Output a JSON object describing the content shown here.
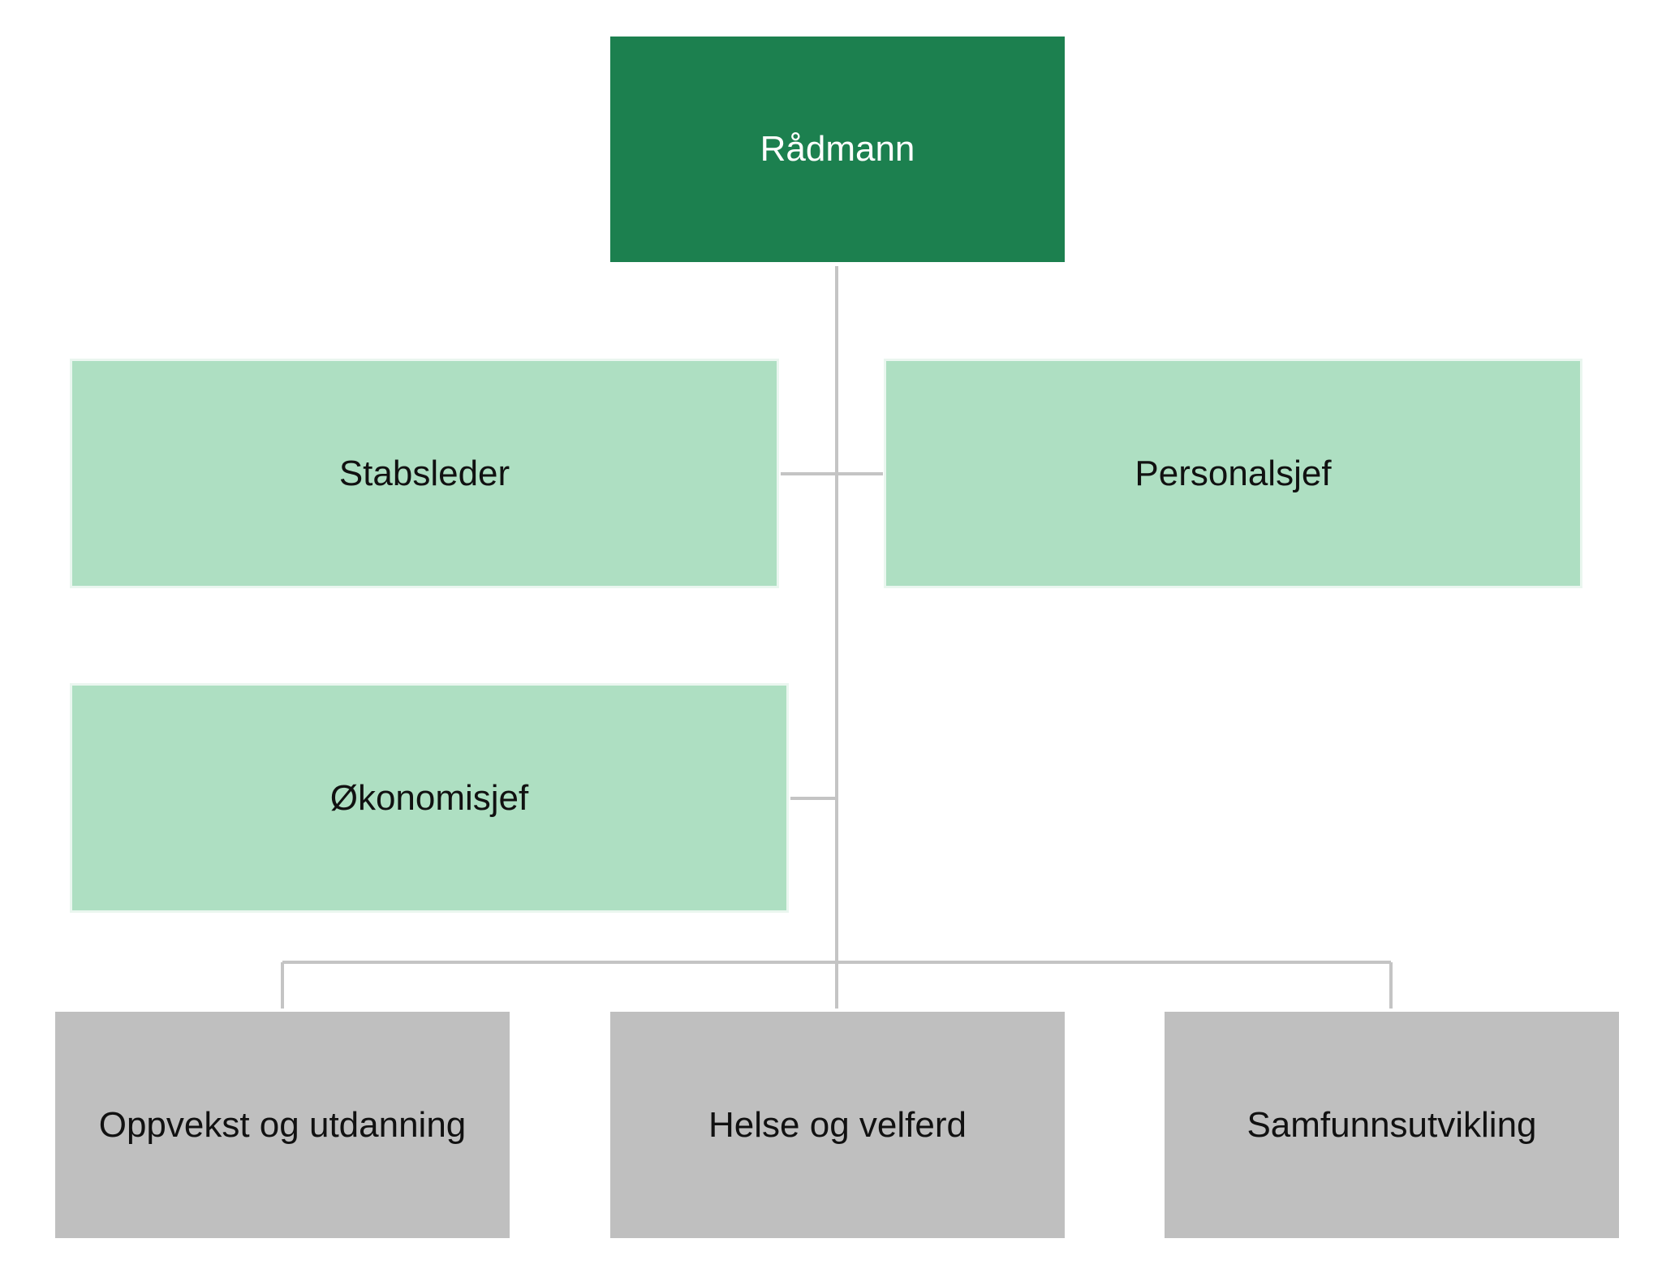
{
  "org_chart": {
    "top": {
      "label": "Rådmann"
    },
    "staff": [
      {
        "label": "Stabsleder"
      },
      {
        "label": "Personalsjef"
      },
      {
        "label": "Økonomisjef"
      }
    ],
    "units": [
      {
        "label": "Oppvekst og utdanning"
      },
      {
        "label": "Helse og velferd"
      },
      {
        "label": "Samfunnsutvikling"
      }
    ]
  },
  "colors": {
    "top_fill": "#1c804f",
    "staff_fill": "#aedfc2",
    "unit_fill": "#bfbfbf",
    "connector": "#c4c4c4"
  }
}
